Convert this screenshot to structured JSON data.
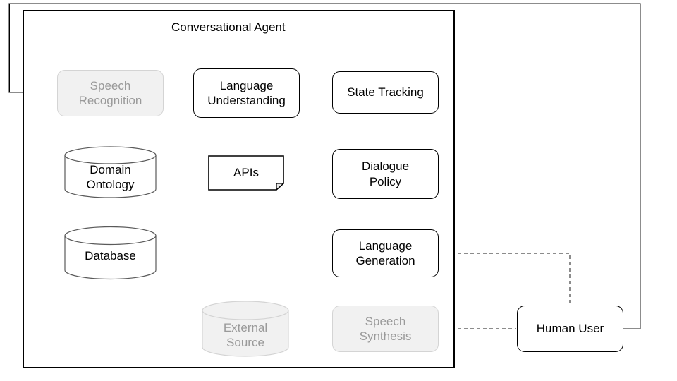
{
  "diagram": {
    "title": "Conversational Agent",
    "background": "#ffffff",
    "stroke_color": "#000000",
    "muted_stroke_color": "#d4d4d4",
    "muted_fill_color": "#f1f1f1",
    "muted_text_color": "#9a9a9a"
  },
  "nodes": {
    "speech_recognition": {
      "label": "Speech\nRecognition",
      "shape": "rounded-rect",
      "state": "muted"
    },
    "language_understanding": {
      "label": "Language\nUnderstanding",
      "shape": "rounded-rect",
      "state": "active"
    },
    "state_tracking": {
      "label": "State Tracking",
      "shape": "rounded-rect",
      "state": "active"
    },
    "dialogue_policy": {
      "label": "Dialogue\nPolicy",
      "shape": "rounded-rect",
      "state": "active"
    },
    "language_generation": {
      "label": "Language\nGeneration",
      "shape": "rounded-rect",
      "state": "active"
    },
    "speech_synthesis": {
      "label": "Speech\nSynthesis",
      "shape": "rounded-rect",
      "state": "muted"
    },
    "apis": {
      "label": "APIs",
      "shape": "document",
      "state": "active"
    },
    "domain_ontology": {
      "label": "Domain\nOntology",
      "shape": "cylinder",
      "state": "active"
    },
    "database": {
      "label": "Database",
      "shape": "cylinder",
      "state": "active"
    },
    "external_source": {
      "label": "External\nSource",
      "shape": "cylinder",
      "state": "muted"
    },
    "human_user": {
      "label": "Human User",
      "shape": "rounded-rect",
      "state": "active"
    }
  },
  "edges": [
    {
      "from": "human-user-loop",
      "to": "speech_recognition",
      "style": "solid",
      "arrow": true
    },
    {
      "from": "speech_recognition",
      "to": "language_understanding",
      "style": "solid",
      "arrow": true
    },
    {
      "from": "language_understanding",
      "to": "state_tracking",
      "style": "solid",
      "arrow": true
    },
    {
      "from": "language_understanding",
      "to": "dialogue_policy",
      "style": "solid",
      "arrow": true
    },
    {
      "from": "language_understanding",
      "to": "language_generation",
      "style": "solid",
      "arrow": true
    },
    {
      "from": "state_tracking",
      "to": "dialogue_policy",
      "style": "solid",
      "arrow": true
    },
    {
      "from": "dialogue_policy",
      "to": "language_generation",
      "style": "solid",
      "arrow": true
    },
    {
      "from": "language_generation",
      "to": "speech_synthesis",
      "style": "solid",
      "arrow": true
    },
    {
      "from": "apis",
      "to": "language_understanding",
      "style": "solid",
      "arrow": true
    },
    {
      "from": "apis",
      "to": "dialogue_policy",
      "style": "solid",
      "arrow": true
    },
    {
      "from": "domain_ontology",
      "to": "apis",
      "style": "solid",
      "arrow": true
    },
    {
      "from": "database",
      "to": "apis",
      "style": "solid",
      "arrow": true
    },
    {
      "from": "external_source",
      "to": "apis",
      "style": "solid",
      "arrow": true
    },
    {
      "from": "language_generation",
      "to": "human_user",
      "style": "dashed",
      "arrow": true
    },
    {
      "from": "speech_synthesis",
      "to": "human_user",
      "style": "dashed",
      "arrow": true
    },
    {
      "from": "human_user",
      "to": "agent-input",
      "style": "solid",
      "arrow": false
    }
  ]
}
